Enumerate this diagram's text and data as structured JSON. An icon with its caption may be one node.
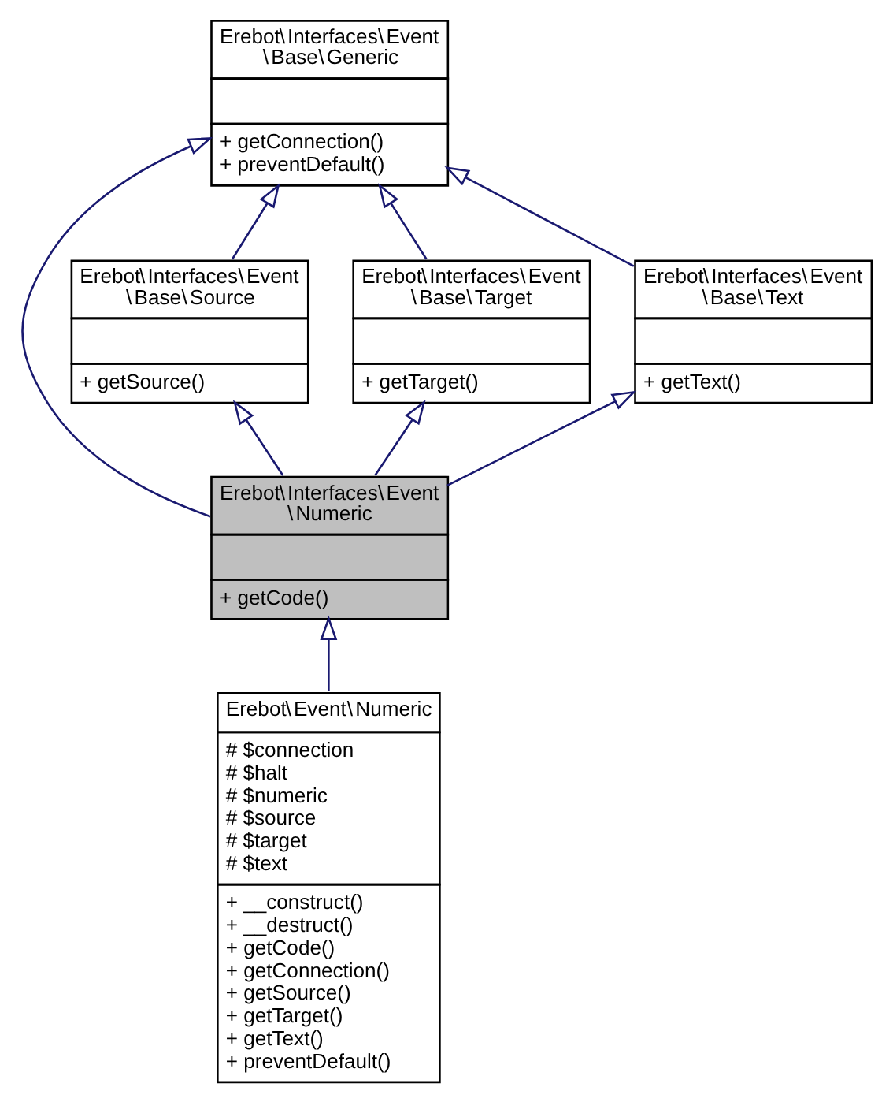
{
  "diagram": {
    "nodes": [
      {
        "text": [
          "Erebot\\Interfaces\\Event \\Base\\Generic",
          "+ getConnection()",
          "+ preventDefault()"
        ]
      },
      {
        "text": [
          "Erebot\\Interfaces\\Event \\Base\\Source",
          "+ getSource()"
        ]
      },
      {
        "text": [
          "Erebot\\Interfaces\\Event \\Base\\Target",
          "+ getTarget()"
        ]
      },
      {
        "text": [
          "Erebot\\Interfaces\\Event \\Base\\Text",
          "+ getText()"
        ]
      },
      {
        "text": [
          "Erebot\\Interfaces\\Event \\Numeric",
          "+ getCode()"
        ]
      },
      {
        "text": [
          "Erebot\\Event\\Numeric",
          "# $connection",
          "# $halt",
          "# $numeric",
          "# $source",
          "# $target",
          "# $text",
          "+ __construct()",
          "+ __destruct()",
          "+ getCode()",
          "+ getConnection()",
          "+ getSource()",
          "+ getTarget()",
          "+ getText()",
          "+ preventDefault()"
        ]
      }
    ],
    "edges": [
      {
        "from": 1,
        "to": 0,
        "arrow": "to"
      },
      {
        "from": 2,
        "to": 0,
        "arrow": "to"
      },
      {
        "from": 3,
        "to": 0,
        "arrow": "to"
      },
      {
        "from": 4,
        "to": 0,
        "arrow": "to"
      },
      {
        "from": 4,
        "to": 1,
        "arrow": "to"
      },
      {
        "from": 4,
        "to": 2,
        "arrow": "to"
      },
      {
        "from": 4,
        "to": 3,
        "arrow": "to"
      },
      {
        "from": 5,
        "to": 4,
        "arrow": "to"
      }
    ]
  }
}
